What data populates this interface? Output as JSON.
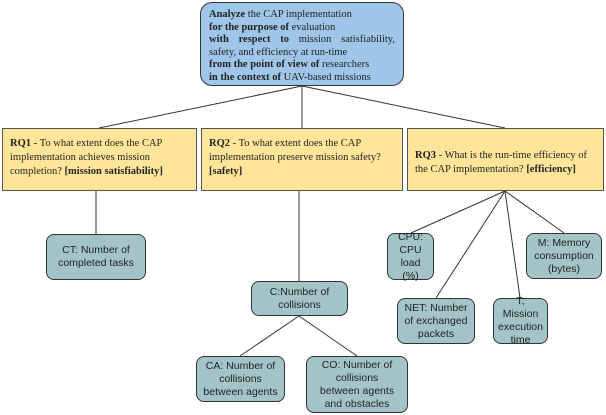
{
  "goal": {
    "lines": [
      {
        "bold": "Analyze",
        "text": " the CAP implementation"
      },
      {
        "bold": "for the purpose of",
        "text": " evaluation"
      },
      {
        "bold": "with respect to",
        "text": " mission satisfiability,"
      },
      {
        "bold": "",
        "text": "safety, and efficiency at run-time"
      },
      {
        "bold": "from the point of view of",
        "text": " researchers"
      },
      {
        "bold": "in the context of",
        "text": " UAV-based missions"
      }
    ]
  },
  "questions": [
    {
      "id": "RQ1",
      "sep": " - ",
      "text": "To what extent does the CAP implementation achieves mission completion? ",
      "tag": "[mission satisfiability]"
    },
    {
      "id": "RQ2",
      "sep": " - ",
      "text": "To what extent does the CAP implementation preserve mission safety? ",
      "tag": "[safety]"
    },
    {
      "id": "RQ3",
      "sep": " - ",
      "text": "What is the run-time efficiency of the CAP implementation? ",
      "tag": "[efficiency]"
    }
  ],
  "metrics": {
    "ct": "CT: Number of\ncompleted tasks",
    "collisions": "C:Number of\ncollisions",
    "ca": "CA: Number of\ncollisions\nbetween agents",
    "co": "CO: Number of\ncollisions\nbetween agents\nand obstacles",
    "cpu": "CPU:\nCPU load\n(%)",
    "net": "NET: Number\nof exchanged\npackets",
    "t": "T; Mission\nexecution\ntime",
    "mem": "M: Memory\nconsumption\n(bytes)"
  }
}
